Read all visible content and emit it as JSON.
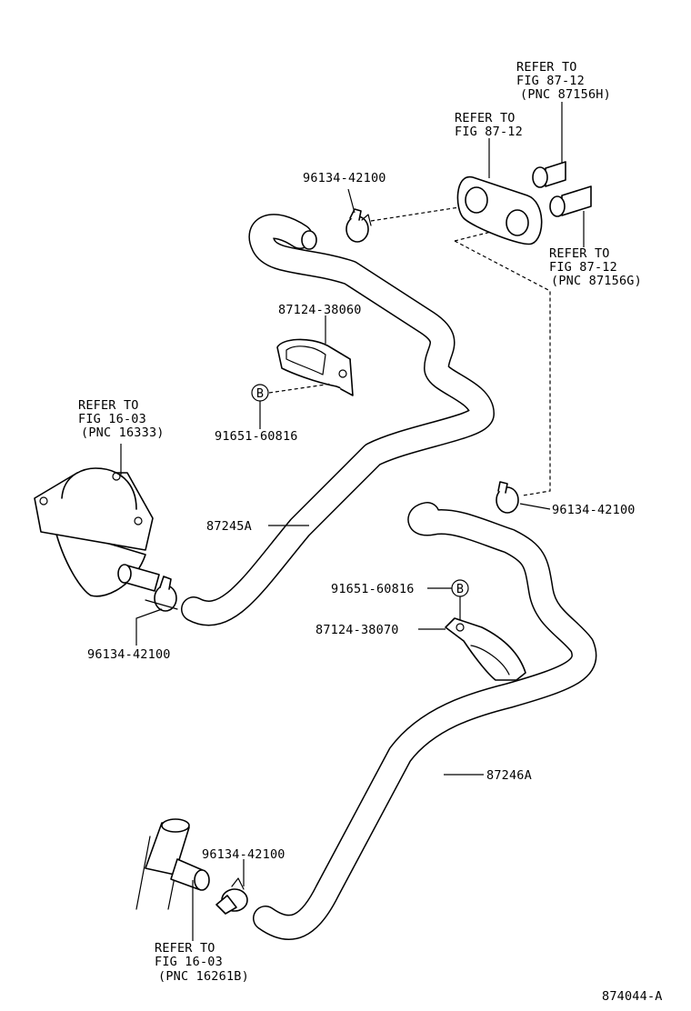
{
  "diagram_id": "874044-A",
  "refs": {
    "top_right_h": [
      "REFER TO",
      "FIG 87-12",
      "(PNC 87156H)"
    ],
    "top_plate": [
      "REFER TO",
      "FIG 87-12"
    ],
    "right_g": [
      "REFER TO",
      "FIG 87-12",
      "(PNC 87156G)"
    ],
    "left_cover": [
      "REFER TO",
      "FIG 16-03",
      "(PNC 16333)"
    ],
    "bottom_pipe": [
      "REFER TO",
      "FIG 16-03",
      "(PNC 16261B)"
    ]
  },
  "parts": {
    "clamp_top": "96134-42100",
    "clamp_right": "96134-42100",
    "clamp_left": "96134-42100",
    "clamp_bottom": "96134-42100",
    "bracket_upper": "87124-38060",
    "bracket_lower": "87124-38070",
    "bolt_upper": "91651-60816",
    "bolt_lower": "91651-60816",
    "hose_upper": "87245A",
    "hose_lower": "87246A",
    "bolt_marker": "B"
  }
}
